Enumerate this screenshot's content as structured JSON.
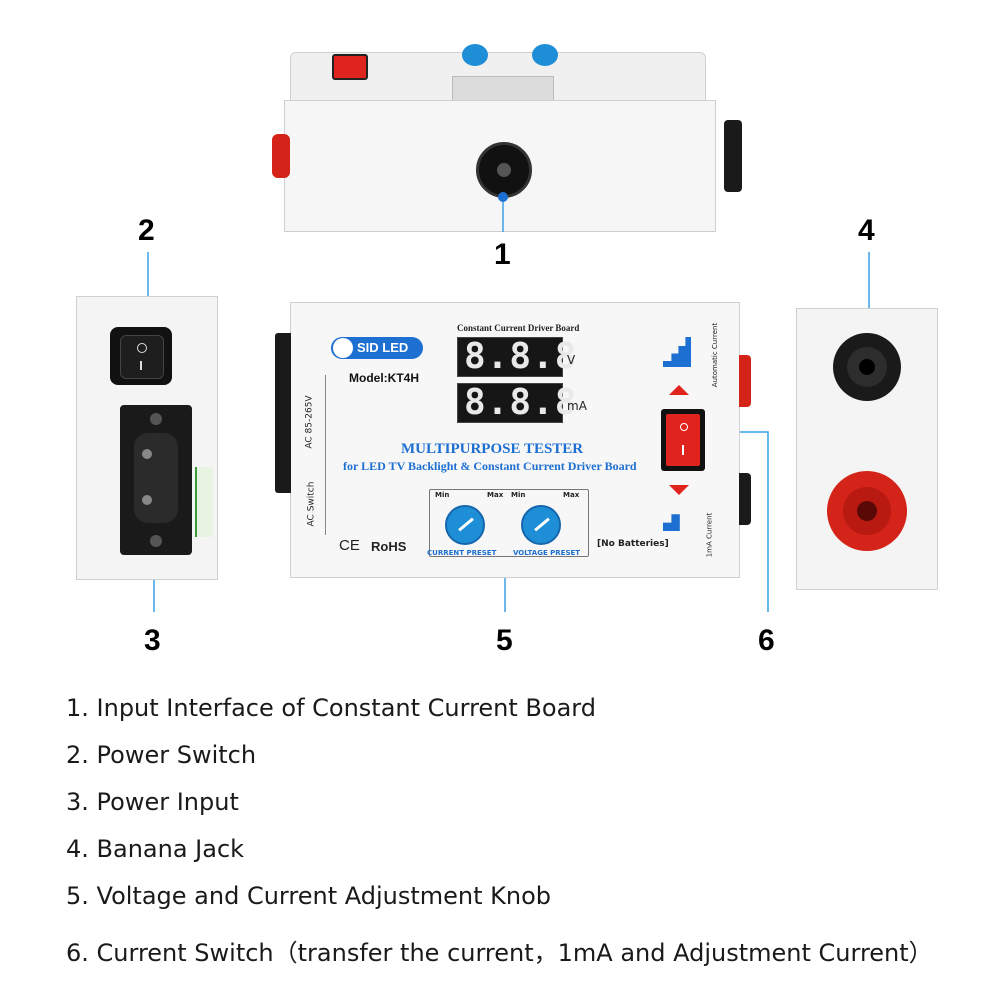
{
  "callouts": [
    "1",
    "2",
    "3",
    "4",
    "5",
    "6"
  ],
  "legend": [
    "1. Input Interface of Constant Current Board",
    "2. Power Switch",
    "3. Power Input",
    "4. Banana Jack",
    "5. Voltage and Current Adjustment Knob",
    "6. Current Switch（transfer the current，1mA and Adjustment Current）"
  ],
  "device": {
    "brand": "SID LED",
    "model": "Model:KT4H",
    "display_heading": "Constant Current Driver Board",
    "display_top": "8.8.8",
    "display_bottom": "8.8.8",
    "unit_top": "V",
    "unit_bottom": "mA",
    "title": "MULTIPURPOSE TESTER",
    "subtitle": "for LED TV Backlight & Constant Current Driver Board",
    "ac_range": "AC 85-265V",
    "ac_switch": "AC Switch",
    "knob_min": "Min",
    "knob_max": "Max",
    "current_preset": "CURRENT PRESET",
    "voltage_preset": "VOLTAGE PRESET",
    "no_batteries": "[No Batteries]",
    "automatic_current": "Automatic Current",
    "one_ma_current": "1mA Current",
    "ce": "CE",
    "rohs": "RoHS"
  },
  "colors": {
    "accent_blue": "#1d6fd1",
    "switch_red": "#e0231c",
    "jack_red": "#d42318"
  }
}
